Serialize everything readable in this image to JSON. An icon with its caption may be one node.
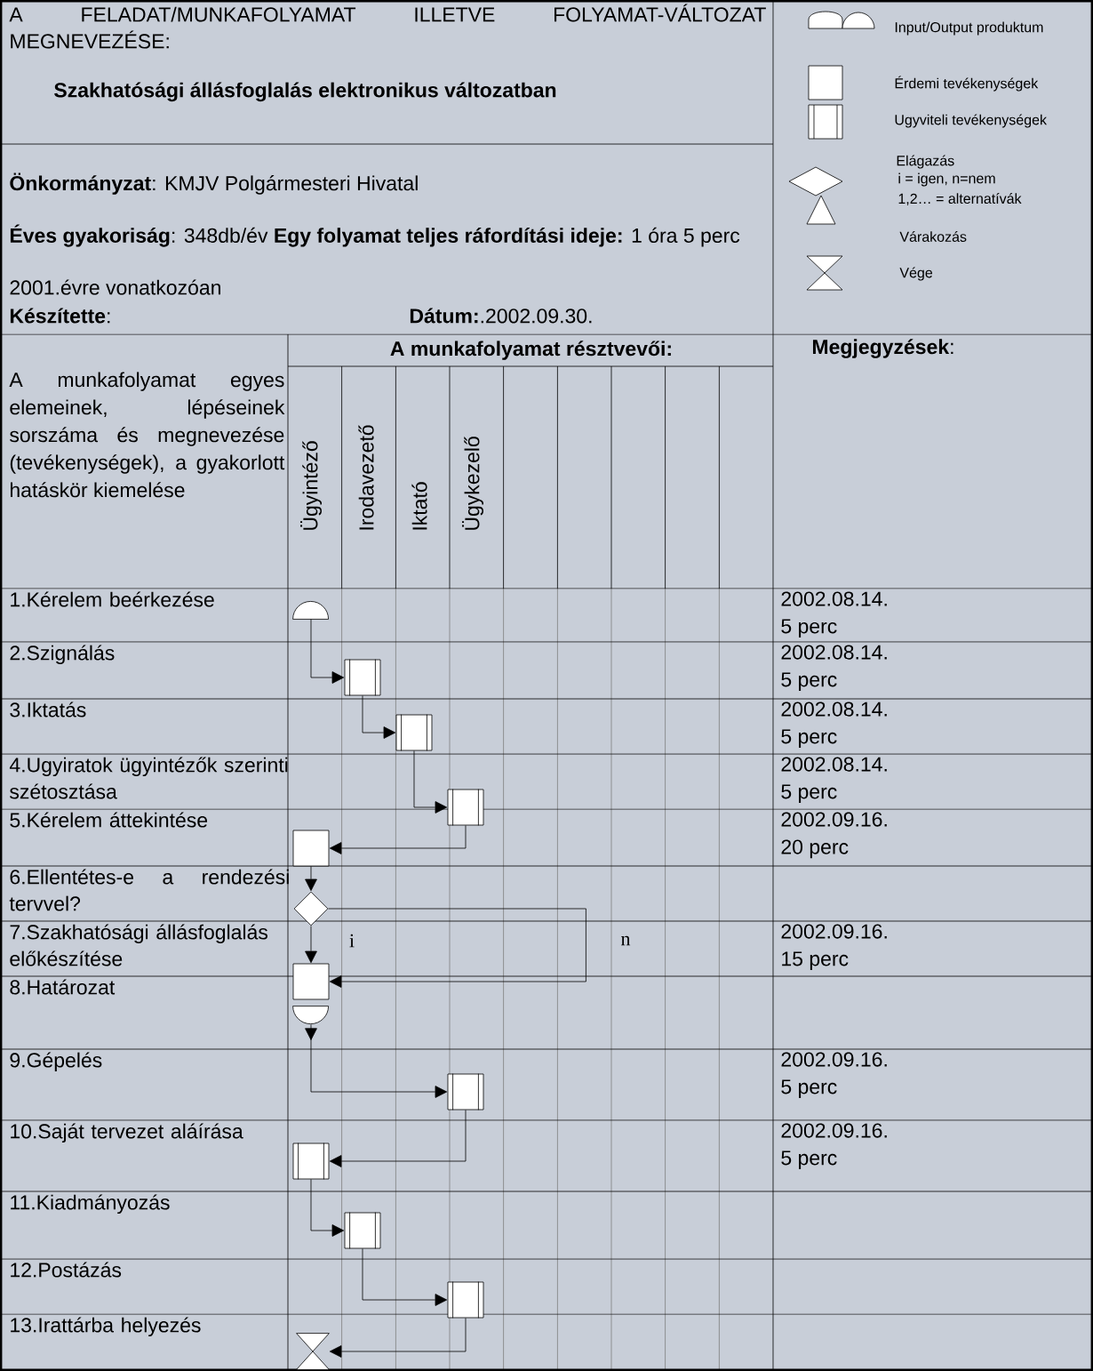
{
  "diagram": {
    "nodes": [
      {
        "text": [],
        "shape": "semicircle"
      },
      {
        "text": [],
        "shape": "box"
      },
      {
        "text": [],
        "shape": "box"
      },
      {
        "text": [],
        "shape": "box"
      },
      {
        "text": [],
        "shape": "square"
      },
      {
        "text": [],
        "shape": "diamond"
      },
      {
        "text": [],
        "shape": "square"
      },
      {
        "text": [],
        "shape": "bowl"
      },
      {
        "text": [],
        "shape": "box"
      },
      {
        "text": [],
        "shape": "box"
      },
      {
        "text": [],
        "shape": "box"
      },
      {
        "text": [],
        "shape": "box"
      },
      {
        "text": [],
        "shape": "hourglass"
      }
    ],
    "edges": [
      {
        "from": 0,
        "to": 1,
        "arrow": "to"
      },
      {
        "from": 1,
        "to": 2,
        "arrow": "to"
      },
      {
        "from": 2,
        "to": 3,
        "arrow": "to"
      },
      {
        "from": 3,
        "to": 4,
        "arrow": "to"
      },
      {
        "from": 4,
        "to": 5,
        "arrow": "to"
      },
      {
        "from": 5,
        "to": 6,
        "arrow": "to",
        "label": "i"
      },
      {
        "from": 5,
        "to": 6,
        "arrow": "to",
        "label": "n"
      },
      {
        "from": 7,
        "to": 8,
        "arrow": "to"
      },
      {
        "from": 8,
        "to": 9,
        "arrow": "to"
      },
      {
        "from": 9,
        "to": 10,
        "arrow": "to"
      },
      {
        "from": 10,
        "to": 11,
        "arrow": "to"
      },
      {
        "from": 11,
        "to": 12,
        "arrow": "to"
      }
    ],
    "labels": [
      "A FELADAT/MUNKAFOLYAMAT ILLETVE FOLYAMAT-VÁLTOZAT MEGNEVEZÉSE:",
      "Szakhatósági állásfoglalás elektronikus változatban",
      "**Önkormányzat**: KMJV Polgármesteri Hivatal",
      "**Éves gyakoriság**: 348db/év **Egy folyamat teljes ráfordítási ideje:** 1 óra 5 perc",
      "2001.évre vonatkozóan",
      "**Készítette**:",
      "**Dátum:**.2002.09.30.",
      "A munkafolyamat egyes elemeinek, lépéseinek sorszáma és megnevezése (tevékenységek), a gyakorlott hatáskör kiemelése",
      "A munkafolyamat résztvevői:",
      "Ügyintéző",
      "Irodavezető",
      "Iktató",
      "Ügykezelő",
      "**Megjegyzések**:",
      "1.Kérelem beérkezése",
      "2002.08.14.",
      "5 perc",
      "2.Szignálás",
      "2002.08.14.",
      "5 perc",
      "3.Iktatás",
      "2002.08.14.",
      "5 perc",
      "4.Ugyiratok ügyintézők szerinti szétosztása",
      "2002.08.14.",
      "5 perc",
      "5.Kérelem áttekintése",
      "2002.09.16.",
      "20 perc",
      "6.Ellentétes-e a rendezési tervvel?",
      "7.Szakhatósági állásfoglalás előkészítése",
      "2002.09.16.",
      "15 perc",
      "8.Határozat",
      "9.Gépelés",
      "2002.09.16.",
      "5 perc",
      "10.Saját tervezet aláírása",
      "2002.09.16.",
      "5 perc",
      "11.Kiadmányozás",
      "12.Postázás",
      "13.Irattárba helyezés"
    ],
    "legend": [
      {
        "text": "Input/Output produktum"
      },
      {
        "text": "Érdemi tevékenységek"
      },
      {
        "text": "Ugyviteli tevékenységek"
      },
      {
        "text": "Elágazás"
      },
      {
        "text": "i = igen, n=nem"
      },
      {
        "text": "1,2… = alternatívák"
      },
      {
        "text": "Várakozás"
      },
      {
        "text": "Vége"
      }
    ]
  }
}
